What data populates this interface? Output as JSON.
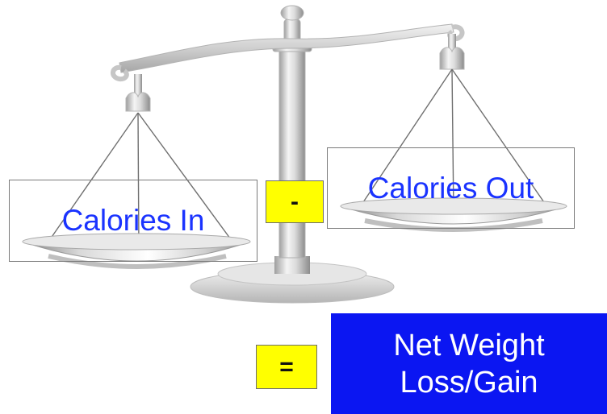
{
  "labels": {
    "left_pan": "Calories In",
    "right_pan": "Calories Out"
  },
  "operators": {
    "minus": "-",
    "equals": "="
  },
  "result": {
    "line1": "Net Weight",
    "line2": "Loss/Gain"
  },
  "colors": {
    "label_text": "#1a33ff",
    "operator_fill": "#ffff00",
    "result_fill": "#0b16f2",
    "result_text": "#ffffff",
    "metal": "#c8c8c8"
  },
  "icons": {
    "scale": "balance-scale-icon"
  }
}
